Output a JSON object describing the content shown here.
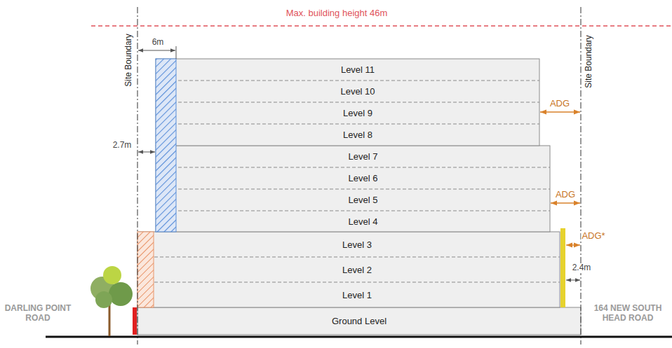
{
  "diagram": {
    "nodes": [
      {
        "text": [
          "Level 11"
        ]
      },
      {
        "text": [
          "Level 10"
        ]
      },
      {
        "text": [
          "Level 9"
        ]
      },
      {
        "text": [
          "Level 8"
        ]
      },
      {
        "text": [
          "Level 7"
        ]
      },
      {
        "text": [
          "Level 6"
        ]
      },
      {
        "text": [
          "Level 5"
        ]
      },
      {
        "text": [
          "Level 4"
        ]
      },
      {
        "text": [
          "Level 3"
        ]
      },
      {
        "text": [
          "Level 2"
        ]
      },
      {
        "text": [
          "Level 1"
        ]
      },
      {
        "text": [
          "Ground Level"
        ]
      }
    ],
    "labels": [
      "Max. building height 46m",
      "Site Boundary",
      "Site Boundary",
      "6m",
      "2.7m",
      "ADG",
      "ADG",
      "ADG*",
      "2.4m",
      "DARLING POINT ROAD",
      "164 NEW SOUTH HEAD ROAD"
    ]
  }
}
